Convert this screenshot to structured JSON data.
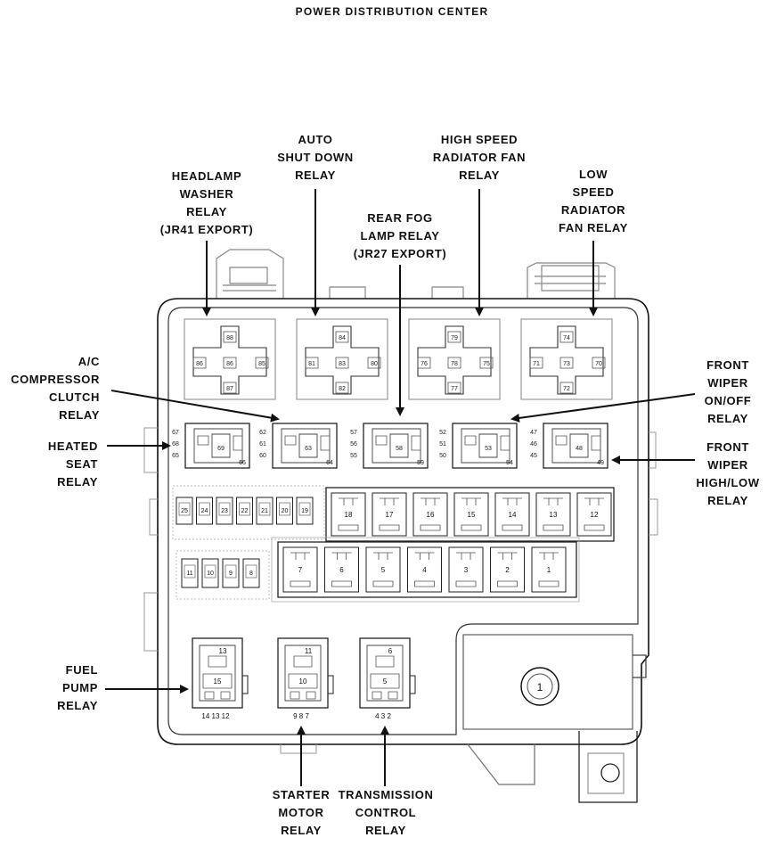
{
  "title": "POWER DISTRIBUTION CENTER",
  "labels": {
    "headlamp_washer": "HEADLAMP\nWASHER\nRELAY\n(JR41 EXPORT)",
    "auto_shut_down": "AUTO\nSHUT DOWN\nRELAY",
    "rear_fog": "REAR FOG\nLAMP RELAY\n(JR27 EXPORT)",
    "high_speed_rad": "HIGH SPEED\nRADIATOR FAN\nRELAY",
    "low_speed_rad": "LOW\nSPEED\nRADIATOR\nFAN RELAY",
    "ac_compressor": "A/C\nCOMPRESSOR\nCLUTCH\nRELAY",
    "heated_seat": "HEATED\nSEAT\nRELAY",
    "front_wiper_onoff": "FRONT\nWIPER\nON/OFF\nRELAY",
    "front_wiper_highlow": "FRONT\nWIPER\nHIGH/LOW\nRELAY",
    "fuel_pump": "FUEL\nPUMP\nRELAY",
    "starter_motor": "STARTER\nMOTOR\nRELAY",
    "transmission_control": "TRANSMISSION\nCONTROL\nRELAY"
  },
  "big_relays": [
    {
      "pins": [
        "86",
        "85",
        "87",
        "88",
        "86"
      ],
      "label_pins": [
        "86",
        "88",
        "85",
        "86",
        "87"
      ]
    },
    {
      "label_pins": [
        "81",
        "84",
        "80",
        "83",
        "82"
      ]
    },
    {
      "label_pins": [
        "76",
        "79",
        "75",
        "78",
        "77"
      ]
    },
    {
      "label_pins": [
        "71",
        "74",
        "70",
        "73",
        "72"
      ]
    }
  ],
  "small_relays": [
    {
      "left_pins": [
        "67",
        "68",
        "65"
      ],
      "mid": "69",
      "bottom": "66"
    },
    {
      "left_pins": [
        "62",
        "61",
        "60"
      ],
      "mid": "63",
      "bottom": "64"
    },
    {
      "left_pins": [
        "57",
        "56",
        "55"
      ],
      "mid": "58",
      "bottom": "59"
    },
    {
      "left_pins": [
        "52",
        "51",
        "50"
      ],
      "mid": "53",
      "bottom": "54"
    },
    {
      "left_pins": [
        "47",
        "46",
        "45"
      ],
      "mid": "48",
      "bottom": "49"
    }
  ],
  "mini_fuses_top": [
    "25",
    "24",
    "23",
    "22",
    "21",
    "20",
    "19"
  ],
  "mini_fuses_bottom": [
    "11",
    "10",
    "9",
    "8"
  ],
  "cartridge_fuses_top": [
    "18",
    "17",
    "16",
    "15",
    "14",
    "13",
    "12"
  ],
  "cartridge_fuses_bottom": [
    "7",
    "6",
    "5",
    "4",
    "3",
    "2",
    "1"
  ],
  "lower_relays": [
    {
      "top": "13",
      "mid": "15",
      "pins": "14  13  12"
    },
    {
      "top": "11",
      "mid": "10",
      "pins": "9   8   7"
    },
    {
      "top": "6",
      "mid": "5",
      "pins": "4   3   2"
    }
  ],
  "stud_label": "1"
}
